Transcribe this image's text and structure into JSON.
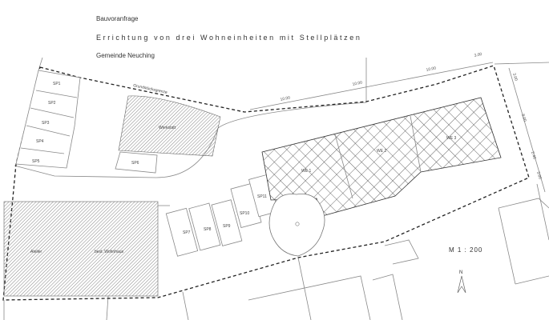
{
  "header": {
    "title": "Bauvoranfrage",
    "subtitle": "Errichtung von drei  Wohneinheiten mit Stellplätzen",
    "municipality": "Gemeinde   Neuching"
  },
  "plan": {
    "boundary_label": "Grundstücksgrenze",
    "parking": [
      "SP1",
      "SP2",
      "SP3",
      "SP4",
      "SP5",
      "SP6",
      "SP7",
      "SP8",
      "SP9",
      "SP10",
      "SP11"
    ],
    "buildings": {
      "workshop": "Werkstatt",
      "studio": "Atelier",
      "existing_house": "best. Wohnhaus",
      "units": [
        "WE 1",
        "WE 2",
        "WE 3"
      ]
    },
    "dimensions_top": [
      "10.00",
      "10.00",
      "10.00",
      "3.00"
    ],
    "dimensions_right": [
      "3.00",
      "8.00",
      "2.40",
      "3.00"
    ],
    "scale": "M 1 : 200",
    "north_label": "N"
  }
}
